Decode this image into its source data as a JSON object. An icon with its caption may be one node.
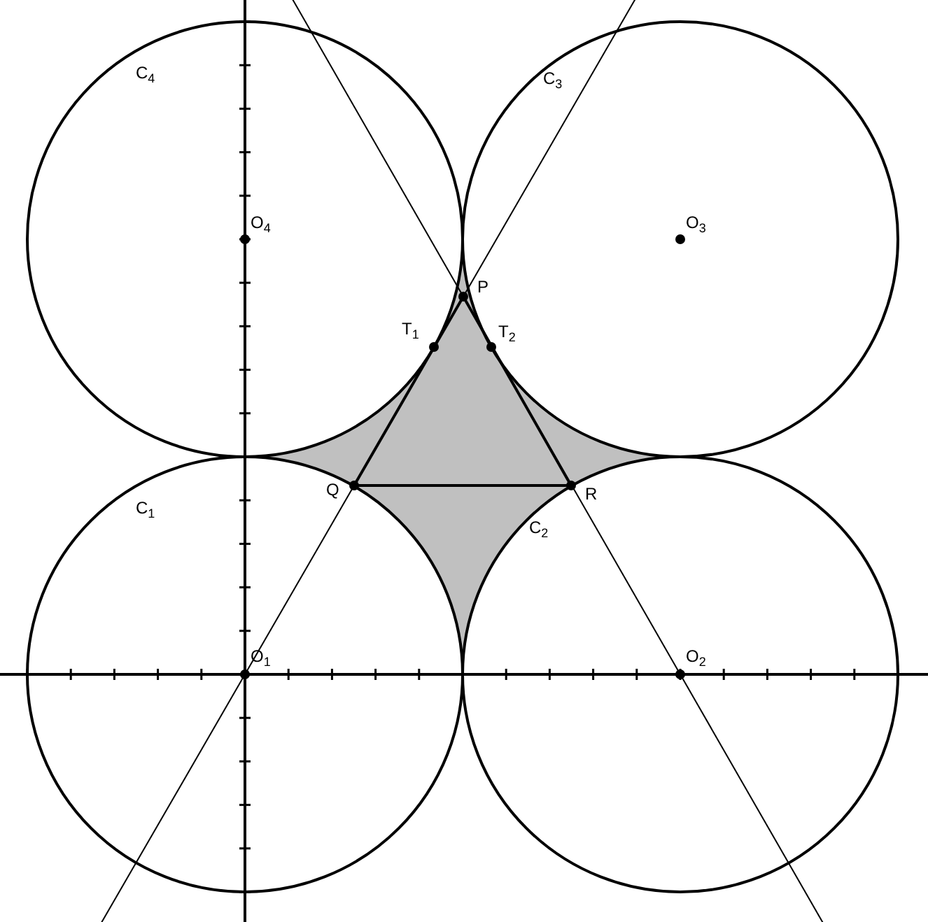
{
  "diagram": {
    "labels": [
      "C$_{4}$",
      "C$_{3}$",
      "O$_{4}$",
      "O$_{3}$",
      "P",
      "T$_{1}$",
      "T$_{2}$",
      "Q",
      "R",
      "C$_{1}$",
      "C$_{2}$",
      "O$_{1}$",
      "O$_{2}$"
    ]
  }
}
